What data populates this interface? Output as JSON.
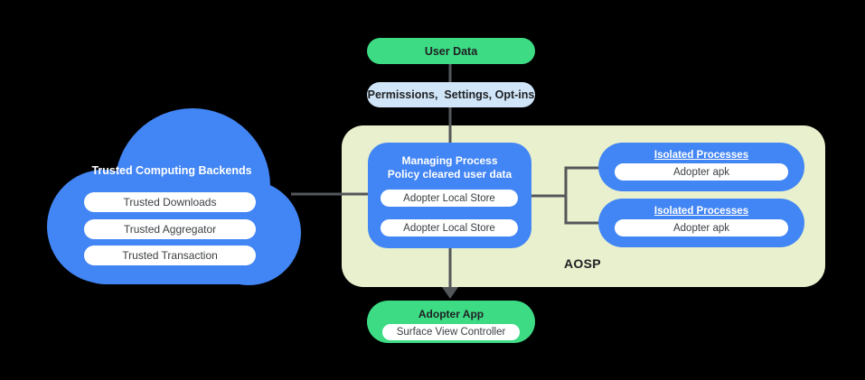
{
  "colors": {
    "blue": "#4285F4",
    "green": "#3DDC84",
    "light_blue": "#D0E6F8",
    "aosp_bg": "#E9F0CD",
    "line": "#54575A",
    "dark_text": "#202124",
    "pill_text": "#3c4043",
    "white": "#ffffff",
    "background": "#000000"
  },
  "flow": {
    "user_data": "User Data",
    "permissions": "Permissions,  Settings, Opt-ins"
  },
  "cloud": {
    "title": "Trusted Computing Backends",
    "items": [
      "Trusted Downloads",
      "Trusted Aggregator",
      "Trusted Transaction"
    ]
  },
  "aosp": {
    "label": "AOSP",
    "managing_process": {
      "title_line1": "Managing Process",
      "title_line2": "Policy cleared user data",
      "stores": [
        "Adopter Local Store",
        "Adopter Local Store"
      ]
    },
    "isolated_processes": [
      {
        "title": "Isolated Processes",
        "item": "Adopter apk"
      },
      {
        "title": "Isolated Processes",
        "item": "Adopter apk"
      }
    ]
  },
  "adopter_app": {
    "title": "Adopter App",
    "item": "Surface View Controller"
  }
}
